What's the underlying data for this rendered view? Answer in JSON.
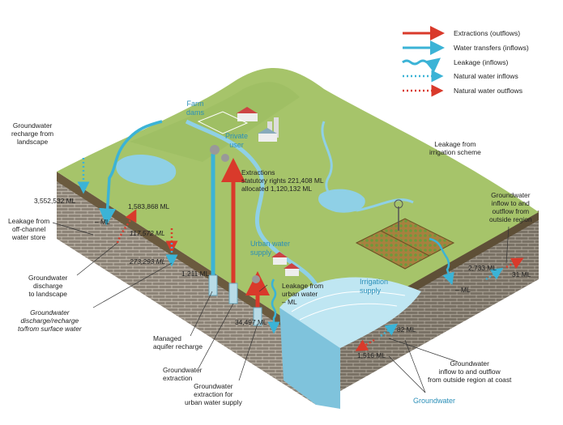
{
  "colors": {
    "extraction": "#d93a2b",
    "transfer": "#3bb3d6",
    "land": "#a9c56a",
    "soil": "#8a7f70",
    "water": "#8fd0e6",
    "label_blue": "#2a8fb8"
  },
  "legend": [
    {
      "type": "extraction",
      "label": "Extractions (outflows)"
    },
    {
      "type": "transfer",
      "label": "Water transfers (inflows)"
    },
    {
      "type": "leakage",
      "label": "Leakage (inflows)"
    },
    {
      "type": "natural_in",
      "label": "Natural water inflows"
    },
    {
      "type": "natural_out",
      "label": "Natural water outflows"
    }
  ],
  "places": {
    "farm_dams": [
      "Farm",
      "dams"
    ],
    "private_user": [
      "Private",
      "user"
    ],
    "urban_water_supply": [
      "Urban water",
      "supply"
    ],
    "irrigation_supply": [
      "Irrigation",
      "supply"
    ],
    "groundwater": "Groundwater"
  },
  "labels": {
    "gw_recharge_landscape": [
      "Groundwater",
      "recharge from",
      "landscape"
    ],
    "leakage_off_channel": [
      "Leakage from",
      "off-channel",
      "water store"
    ],
    "gw_discharge_landscape": [
      "Groundwater",
      "discharge",
      "to landscape"
    ],
    "gw_surface_exchange": [
      "Groundwater",
      "discharge/recharge",
      "to/from surface water"
    ],
    "managed_recharge": [
      "Managed",
      "aquifer recharge"
    ],
    "gw_extraction": [
      "Groundwater",
      "extraction"
    ],
    "gw_extraction_urban": [
      "Groundwater",
      "extraction for",
      "urban water supply"
    ],
    "extractions_rights": [
      "Extractions",
      "statutory rights 221,408 ML",
      "allocated 1,120,132 ML"
    ],
    "leakage_irrigation": [
      "Leakage from",
      "irrigation scheme"
    ],
    "leakage_urban": [
      "Leakage from",
      "urban water",
      "– ML"
    ],
    "gw_outside_region": [
      "Groundwater",
      "inflow to and",
      "outflow from",
      "outside region"
    ],
    "gw_outside_coast": [
      "Groundwater",
      "inflow to and outflow",
      "from outside region at coast"
    ]
  },
  "values": {
    "recharge": "3,552,532 ML",
    "off_channel": "– ML",
    "discharge": "1,583,868 ML",
    "surface_in": "117,572 ML",
    "surface_out": "273,293 ML",
    "managed": "1,211 ML",
    "urban_extraction": "34,497 ML",
    "irrigation_leak": "– ML",
    "outside_in": "2,733 ML",
    "outside_out": "31 ML",
    "coast_in": "82 ML",
    "coast_out": "1,516 ML"
  }
}
